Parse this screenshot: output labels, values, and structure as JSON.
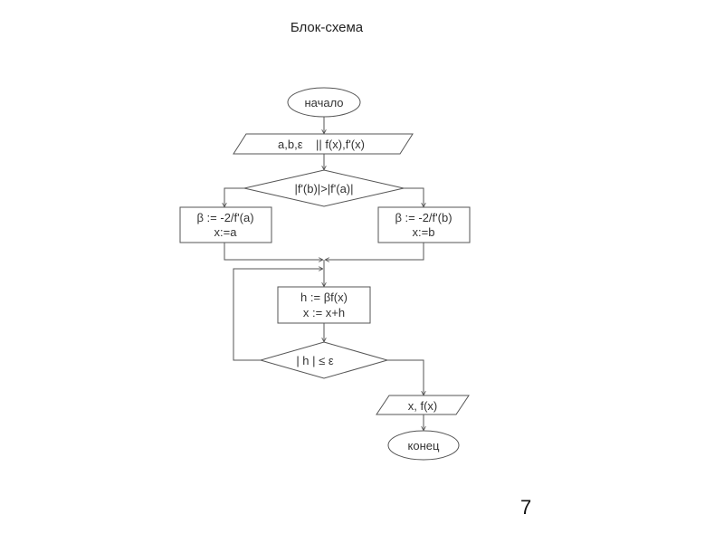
{
  "title": "Блок-схема",
  "page_number": "7",
  "flowchart": {
    "start": {
      "label": "начало"
    },
    "input": {
      "label": "a,b,ε    || f(x),f'(x)"
    },
    "decision1": {
      "label": "|f'(b)|>|f'(a)|"
    },
    "branch_left": {
      "line1": "β := -2/f'(a)",
      "line2": "x:=a"
    },
    "branch_right": {
      "line1": "β := -2/f'(b)",
      "line2": "x:=b"
    },
    "process": {
      "line1": "h := βf(x)",
      "line2": "x := x+h"
    },
    "decision2": {
      "label": "| h | ≤ ε"
    },
    "output": {
      "label": "x, f(x)"
    },
    "end": {
      "label": "конец"
    }
  }
}
